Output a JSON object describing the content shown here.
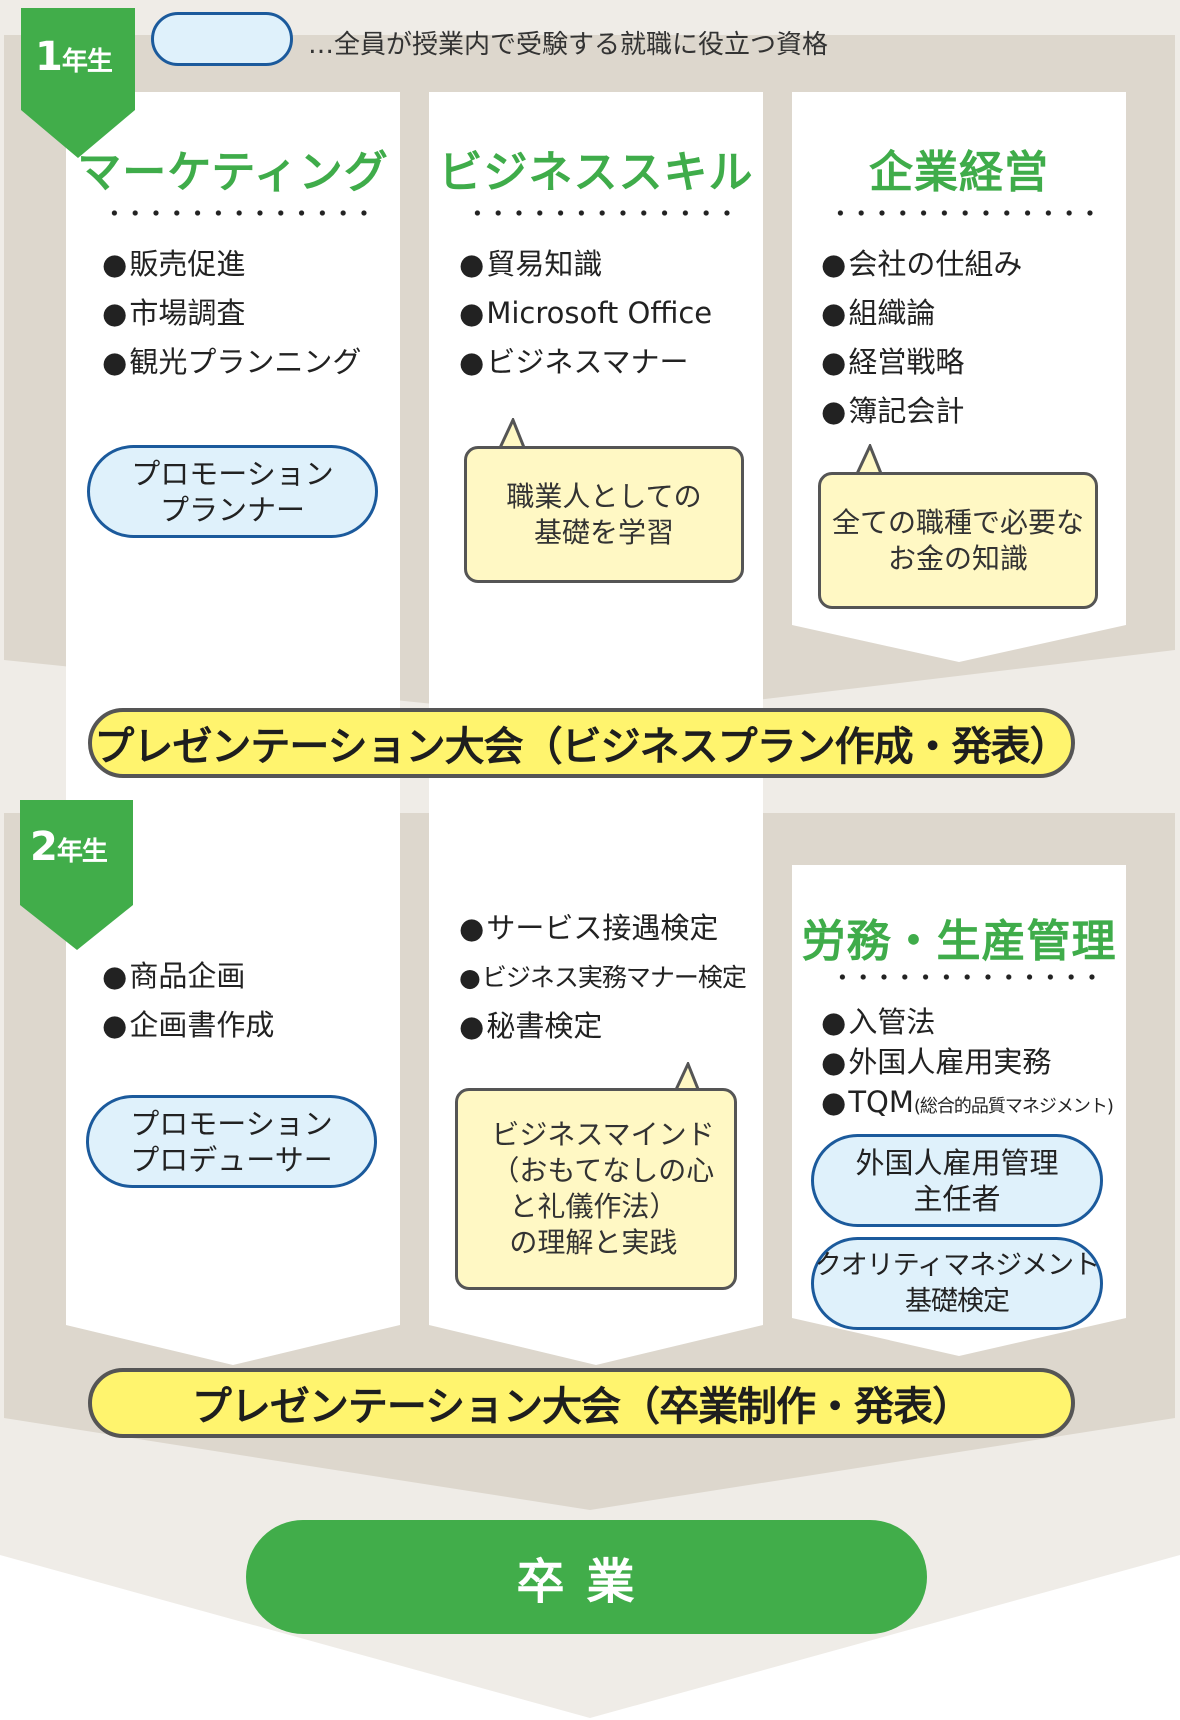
{
  "legend": {
    "text": "…全員が授業内で受験する就職に役立つ資格",
    "swatch_color": "#dff1fb",
    "swatch_border": "#1b5a9c"
  },
  "colors": {
    "green": "#41ad4a",
    "title_green": "#3fac4a",
    "banner_yellow": "#fff46e",
    "bubble_yellow": "#fff8c4",
    "cert_fill": "#dff1fb",
    "cert_border": "#1b5a9c",
    "band_dark": "#ddd7cd",
    "band_light": "#efece7"
  },
  "year1": {
    "tag_num": "1",
    "tag_label": "年生",
    "columns": [
      {
        "title": "マーケティング",
        "items": [
          "販売促進",
          "市場調査",
          "観光プランニング"
        ],
        "certs": [
          {
            "line1": "プロモーション",
            "line2": "プランナー"
          }
        ]
      },
      {
        "title": "ビジネススキル",
        "items": [
          "貿易知識",
          "Microsoft Office",
          "ビジネスマナー"
        ],
        "bubble": {
          "line1": "職業人としての",
          "line2": "基礎を学習"
        }
      },
      {
        "title": "企業経営",
        "items": [
          "会社の仕組み",
          "組織論",
          "経営戦略",
          "簿記会計"
        ],
        "bubble": {
          "line1": "全ての職種で必要な",
          "line2": "お金の知識"
        }
      }
    ],
    "presentation": "プレゼンテーション大会（ビジネスプラン作成・発表）"
  },
  "year2": {
    "tag_num": "2",
    "tag_label": "年生",
    "columns": [
      {
        "items": [
          "商品企画",
          "企画書作成"
        ],
        "certs": [
          {
            "line1": "プロモーション",
            "line2": "プロデューサー"
          }
        ]
      },
      {
        "items": [
          "サービス接遇検定",
          "ビジネス実務マナー検定",
          "秘書検定"
        ],
        "bubble": {
          "line1": "ビジネスマインド",
          "line2": "（おもてなしの心",
          "line3": "と礼儀作法）",
          "line4": "の理解と実践"
        }
      },
      {
        "title": "労務・生産管理",
        "items": [
          "入管法",
          "外国人雇用実務",
          "TQM"
        ],
        "item_note": "(総合的品質マネジメント)",
        "certs": [
          {
            "line1": "外国人雇用管理",
            "line2": "主任者"
          },
          {
            "line1": "クオリティマネジメント",
            "line2": "基礎検定"
          }
        ]
      }
    ],
    "presentation": "プレゼンテーション大会（卒業制作・発表）"
  },
  "graduation": {
    "label": "卒業"
  }
}
